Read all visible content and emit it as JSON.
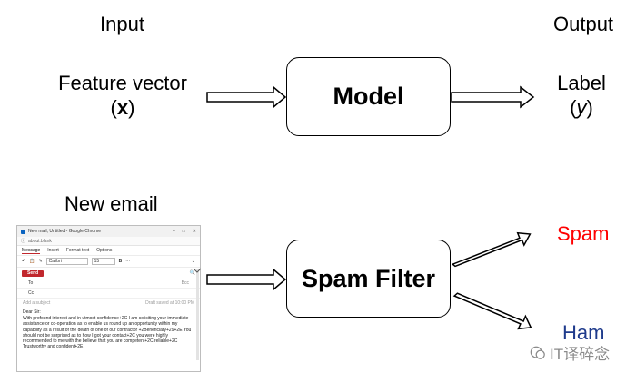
{
  "header": {
    "input": "Input",
    "output": "Output"
  },
  "top_row": {
    "feature_line1": "Feature vector",
    "feature_paren_open": "(",
    "feature_var": "x",
    "feature_paren_close": ")",
    "model": "Model",
    "label_line1": "Label",
    "label_paren_open": "(",
    "label_var": "y",
    "label_paren_close": ")"
  },
  "bottom_row": {
    "new_email": "New email",
    "filter": "Spam Filter",
    "spam": "Spam",
    "ham": "Ham"
  },
  "colors": {
    "spam": "#ff0000",
    "ham": "#1f3b8c",
    "send_button": "#c1272d"
  },
  "email": {
    "window_title": "New mail, Untitled - Google Chrome",
    "address": "about:blank",
    "menus": [
      "Message",
      "Insert",
      "Format text",
      "Options"
    ],
    "font_name": "Calibri",
    "font_size": "15",
    "bold": "B",
    "more": "···",
    "send": "Send",
    "to": "To",
    "bcc": "Bcc",
    "cc": "Cc",
    "subject": "Add a subject",
    "draft": "Draft saved at 10:00 PM",
    "greeting": "Dear Sir:",
    "body": "With profound interest and in utmost confidence+2C I am soliciting your immediate assistance or co-operation as to enable us round up an opportunity within my capability as a result of the death of one of our contractor +2Beneficiary+29+2E You should not be surprised as to how I got your contact+2C you were highly recommended to me with the believe that you are competent+2C reliable+2C Trustworthy and confident+2E"
  },
  "watermark": {
    "text": "IT译碎念"
  }
}
